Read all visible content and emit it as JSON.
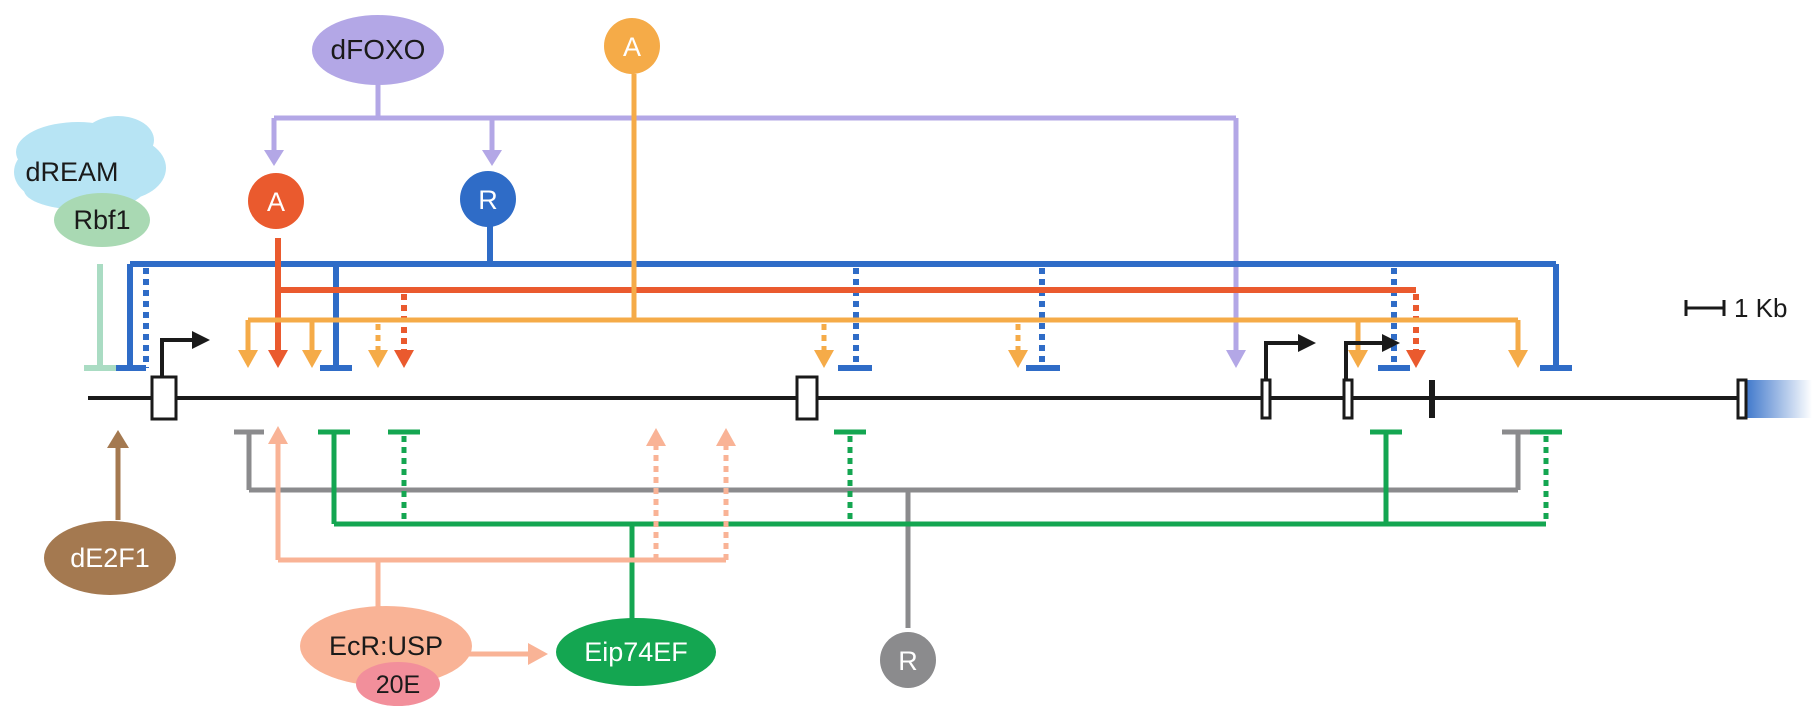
{
  "colors": {
    "dfoxo": "#b3a7e6",
    "activator_red": "#ea5a2e",
    "repressor_blue": "#2f6cc7",
    "activator_orange": "#f5ab48",
    "dream": "#b7e4f4",
    "rbf1": "#a9d9b3",
    "rbf1_line": "#aadcc3",
    "de2f1": "#a47950",
    "grey_repressor": "#8b8b8d",
    "green_eip": "#14a651",
    "ecr_usp": "#f9b396",
    "e20": "#f28f9b",
    "gene": "#1a1a1a"
  },
  "nodes": {
    "dfoxo": "dFOXO",
    "orange_a": "A",
    "red_a": "A",
    "blue_r": "R",
    "dream": "dREAM",
    "rbf1": "Rbf1",
    "de2f1": "dE2F1",
    "ecr_usp": "EcR:USP",
    "e20": "20E",
    "eip74ef": "Eip74EF",
    "grey_r": "R"
  },
  "scale_bar": {
    "label": "1 Kb"
  }
}
